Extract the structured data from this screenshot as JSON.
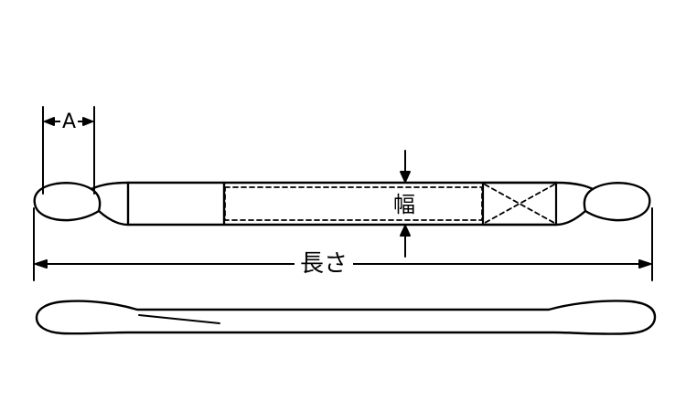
{
  "labels": {
    "loop_length": "A",
    "width": "幅",
    "length": "長さ"
  },
  "colors": {
    "stroke": "#000000",
    "background": "#ffffff"
  }
}
